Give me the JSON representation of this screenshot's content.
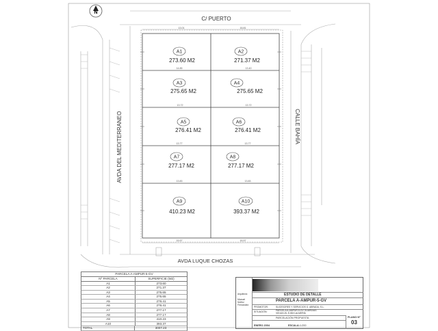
{
  "north": {
    "label": "N"
  },
  "streets": {
    "top": "C/ PUERTO",
    "bottom": "AVDA LUQUE CHOZAS",
    "left": "AVDA DEL MEDITERRANEO",
    "right": "CALLE BAHÍA"
  },
  "parcels": [
    {
      "id": "A1",
      "area": "273.60 M2"
    },
    {
      "id": "A2",
      "area": "271.37 M2"
    },
    {
      "id": "A3",
      "area": "275.65 M2"
    },
    {
      "id": "A4",
      "area": "275.65 M2"
    },
    {
      "id": "A5",
      "area": "276.41 M2"
    },
    {
      "id": "A6",
      "area": "276.41 M2"
    },
    {
      "id": "A7",
      "area": "277.17 M2"
    },
    {
      "id": "A8",
      "area": "277.17 M2"
    },
    {
      "id": "A9",
      "area": "410.23 M2"
    },
    {
      "id": "A10",
      "area": "393.37 M2"
    }
  ],
  "dimensions": {
    "top_left": "13.01",
    "top_right": "16.81",
    "bottom_left": "15.57",
    "bottom_right": "16.57",
    "row1_left": "14.85",
    "row1_right": "13.40",
    "row2_left": "13.72",
    "row2_right": "13.72",
    "row3_left": "13.77",
    "row3_right": "13.77",
    "row4_left": "13.83",
    "row4_right": "13.83"
  },
  "summary": {
    "title": "PARCELA A-AMPUR-5-GV",
    "col_parcel": "Nº PARCELA",
    "col_area": "SUPERFICIE (M2)",
    "rows": [
      {
        "parcel": "A1",
        "area": "273.60"
      },
      {
        "parcel": "A2",
        "area": "271.37"
      },
      {
        "parcel": "A3",
        "area": "275.65"
      },
      {
        "parcel": "A4",
        "area": "275.65"
      },
      {
        "parcel": "A5",
        "area": "276.41"
      },
      {
        "parcel": "A6",
        "area": "276.41"
      },
      {
        "parcel": "A7",
        "area": "277.17"
      },
      {
        "parcel": "A8",
        "area": "277.17"
      },
      {
        "parcel": "A9",
        "area": "410.23"
      },
      {
        "parcel": "A10",
        "area": "393.37"
      }
    ],
    "total_label": "TOTAL",
    "total_value": "3007.23"
  },
  "titleblock": {
    "architect_label": "Arquitecto",
    "architect_name": "Manuel Núñez Fernández",
    "project_title": "ESTUDIO DE DETALLE",
    "parcel_title": "PARCELA A-AMPUR-5-GV",
    "promoter_label": "PROMOTOR:",
    "promoter_value": "SUCESORES Y SERVICIOS G. ABRADA, S.L.",
    "location_label": "SITUACIÓN:",
    "location_value": "PARCELA A-AMPUR-5-GV GUARDIAS VIEJAS-EL EJIDO-ALMERÍA",
    "plan_name": "PARCELACIÓN PROPUESTA",
    "date": "ENERO 2004",
    "scale_label": "ESCALA:",
    "scale_value": "1:200",
    "plan_no_label": "PLANO Nº",
    "plan_no": "03"
  }
}
